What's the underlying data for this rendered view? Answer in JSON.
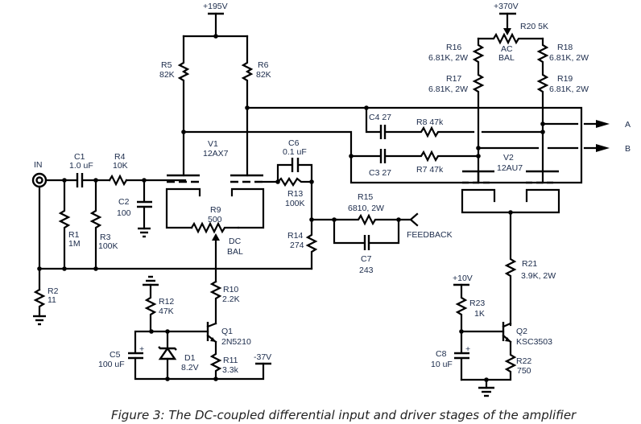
{
  "caption": "Figure 3: The DC-coupled differential input and driver stages of the amplifier",
  "rails": {
    "v195": "+195V",
    "v370": "+370V",
    "v10": "+10V",
    "vneg37": "-37V"
  },
  "ports": {
    "input": "IN",
    "out_a": "A",
    "out_b": "B",
    "feedback": "FEEDBACK"
  },
  "components": {
    "C1": {
      "ref": "C1",
      "value": "1.0 uF"
    },
    "R4": {
      "ref": "R4",
      "value": "10K"
    },
    "C2": {
      "ref": "C2",
      "value": "100"
    },
    "R1": {
      "ref": "R1",
      "value": "1M"
    },
    "R3": {
      "ref": "R3",
      "value": "100K"
    },
    "R2": {
      "ref": "R2",
      "value": "11"
    },
    "R5": {
      "ref": "R5",
      "value": "82K"
    },
    "R6": {
      "ref": "R6",
      "value": "82K"
    },
    "V1": {
      "ref": "V1",
      "value": "12AX7"
    },
    "C6": {
      "ref": "C6",
      "value": "0.1 uF"
    },
    "R13": {
      "ref": "R13",
      "value": "100K"
    },
    "R9": {
      "ref": "R9",
      "value": "500",
      "note1": "DC",
      "note2": "BAL"
    },
    "R14": {
      "ref": "R14",
      "value": "274"
    },
    "R15": {
      "ref": "R15",
      "value": "6810, 2W"
    },
    "C7": {
      "ref": "C7",
      "value": "243"
    },
    "R10": {
      "ref": "R10",
      "value": "2.2K"
    },
    "R12": {
      "ref": "R12",
      "value": "47K"
    },
    "Q1": {
      "ref": "Q1",
      "value": "2N5210"
    },
    "C5": {
      "ref": "C5",
      "value": "100 uF"
    },
    "D1": {
      "ref": "D1",
      "value": "8.2V"
    },
    "R11": {
      "ref": "R11",
      "value": "3.3k"
    },
    "R20": {
      "ref": "R20  5K",
      "note1": "AC",
      "note2": "BAL"
    },
    "R16": {
      "ref": "R16",
      "value": "6.81K, 2W"
    },
    "R17": {
      "ref": "R17",
      "value": "6.81K, 2W"
    },
    "R18": {
      "ref": "R18",
      "value": "6.81K, 2W"
    },
    "R19": {
      "ref": "R19",
      "value": "6.81K, 2W"
    },
    "C4": {
      "ref": "C4  27"
    },
    "C3": {
      "ref": "C3  27"
    },
    "R8": {
      "ref": "R8  47k"
    },
    "R7": {
      "ref": "R7  47k"
    },
    "V2": {
      "ref": "V2",
      "value": "12AU7"
    },
    "R21": {
      "ref": "R21",
      "value": "3.9K, 2W"
    },
    "R23": {
      "ref": "R23",
      "value": "1K"
    },
    "Q2": {
      "ref": "Q2",
      "value": "KSC3503"
    },
    "C8": {
      "ref": "C8",
      "value": "10 uF"
    },
    "R22": {
      "ref": "R22",
      "value": "750"
    }
  }
}
